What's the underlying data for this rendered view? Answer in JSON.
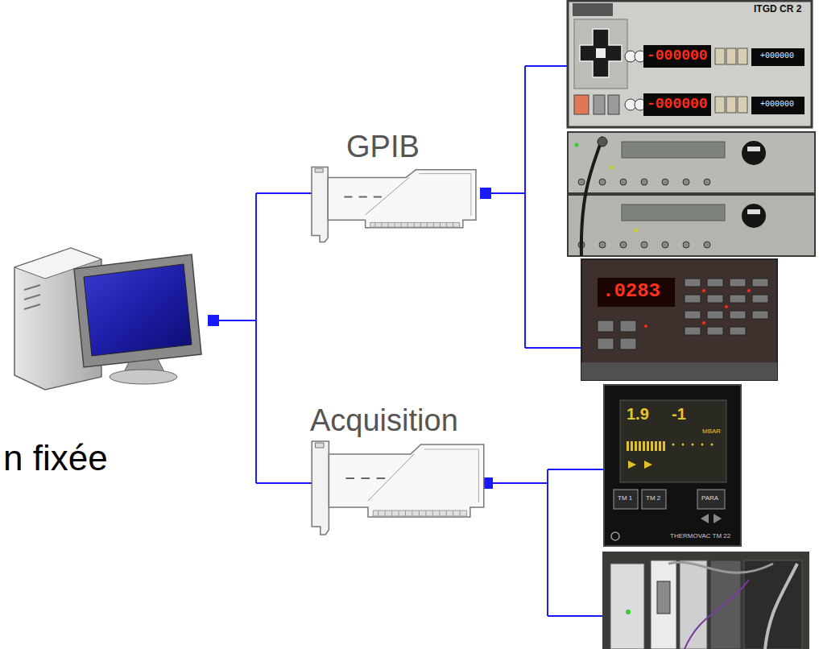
{
  "diagram": {
    "nodes": [
      {
        "text": [
          "GPIB"
        ]
      },
      {
        "text": [
          "Acquisition"
        ]
      }
    ],
    "labels": [
      "ITGD CR 2",
      "-000000",
      "+000000",
      "-000000",
      "+000000",
      ".0283",
      "1.9",
      "-1",
      "MBAR",
      "TM 1",
      "TM 2",
      "PARA",
      "THERMOVAC TM 22",
      "n fixée"
    ]
  }
}
